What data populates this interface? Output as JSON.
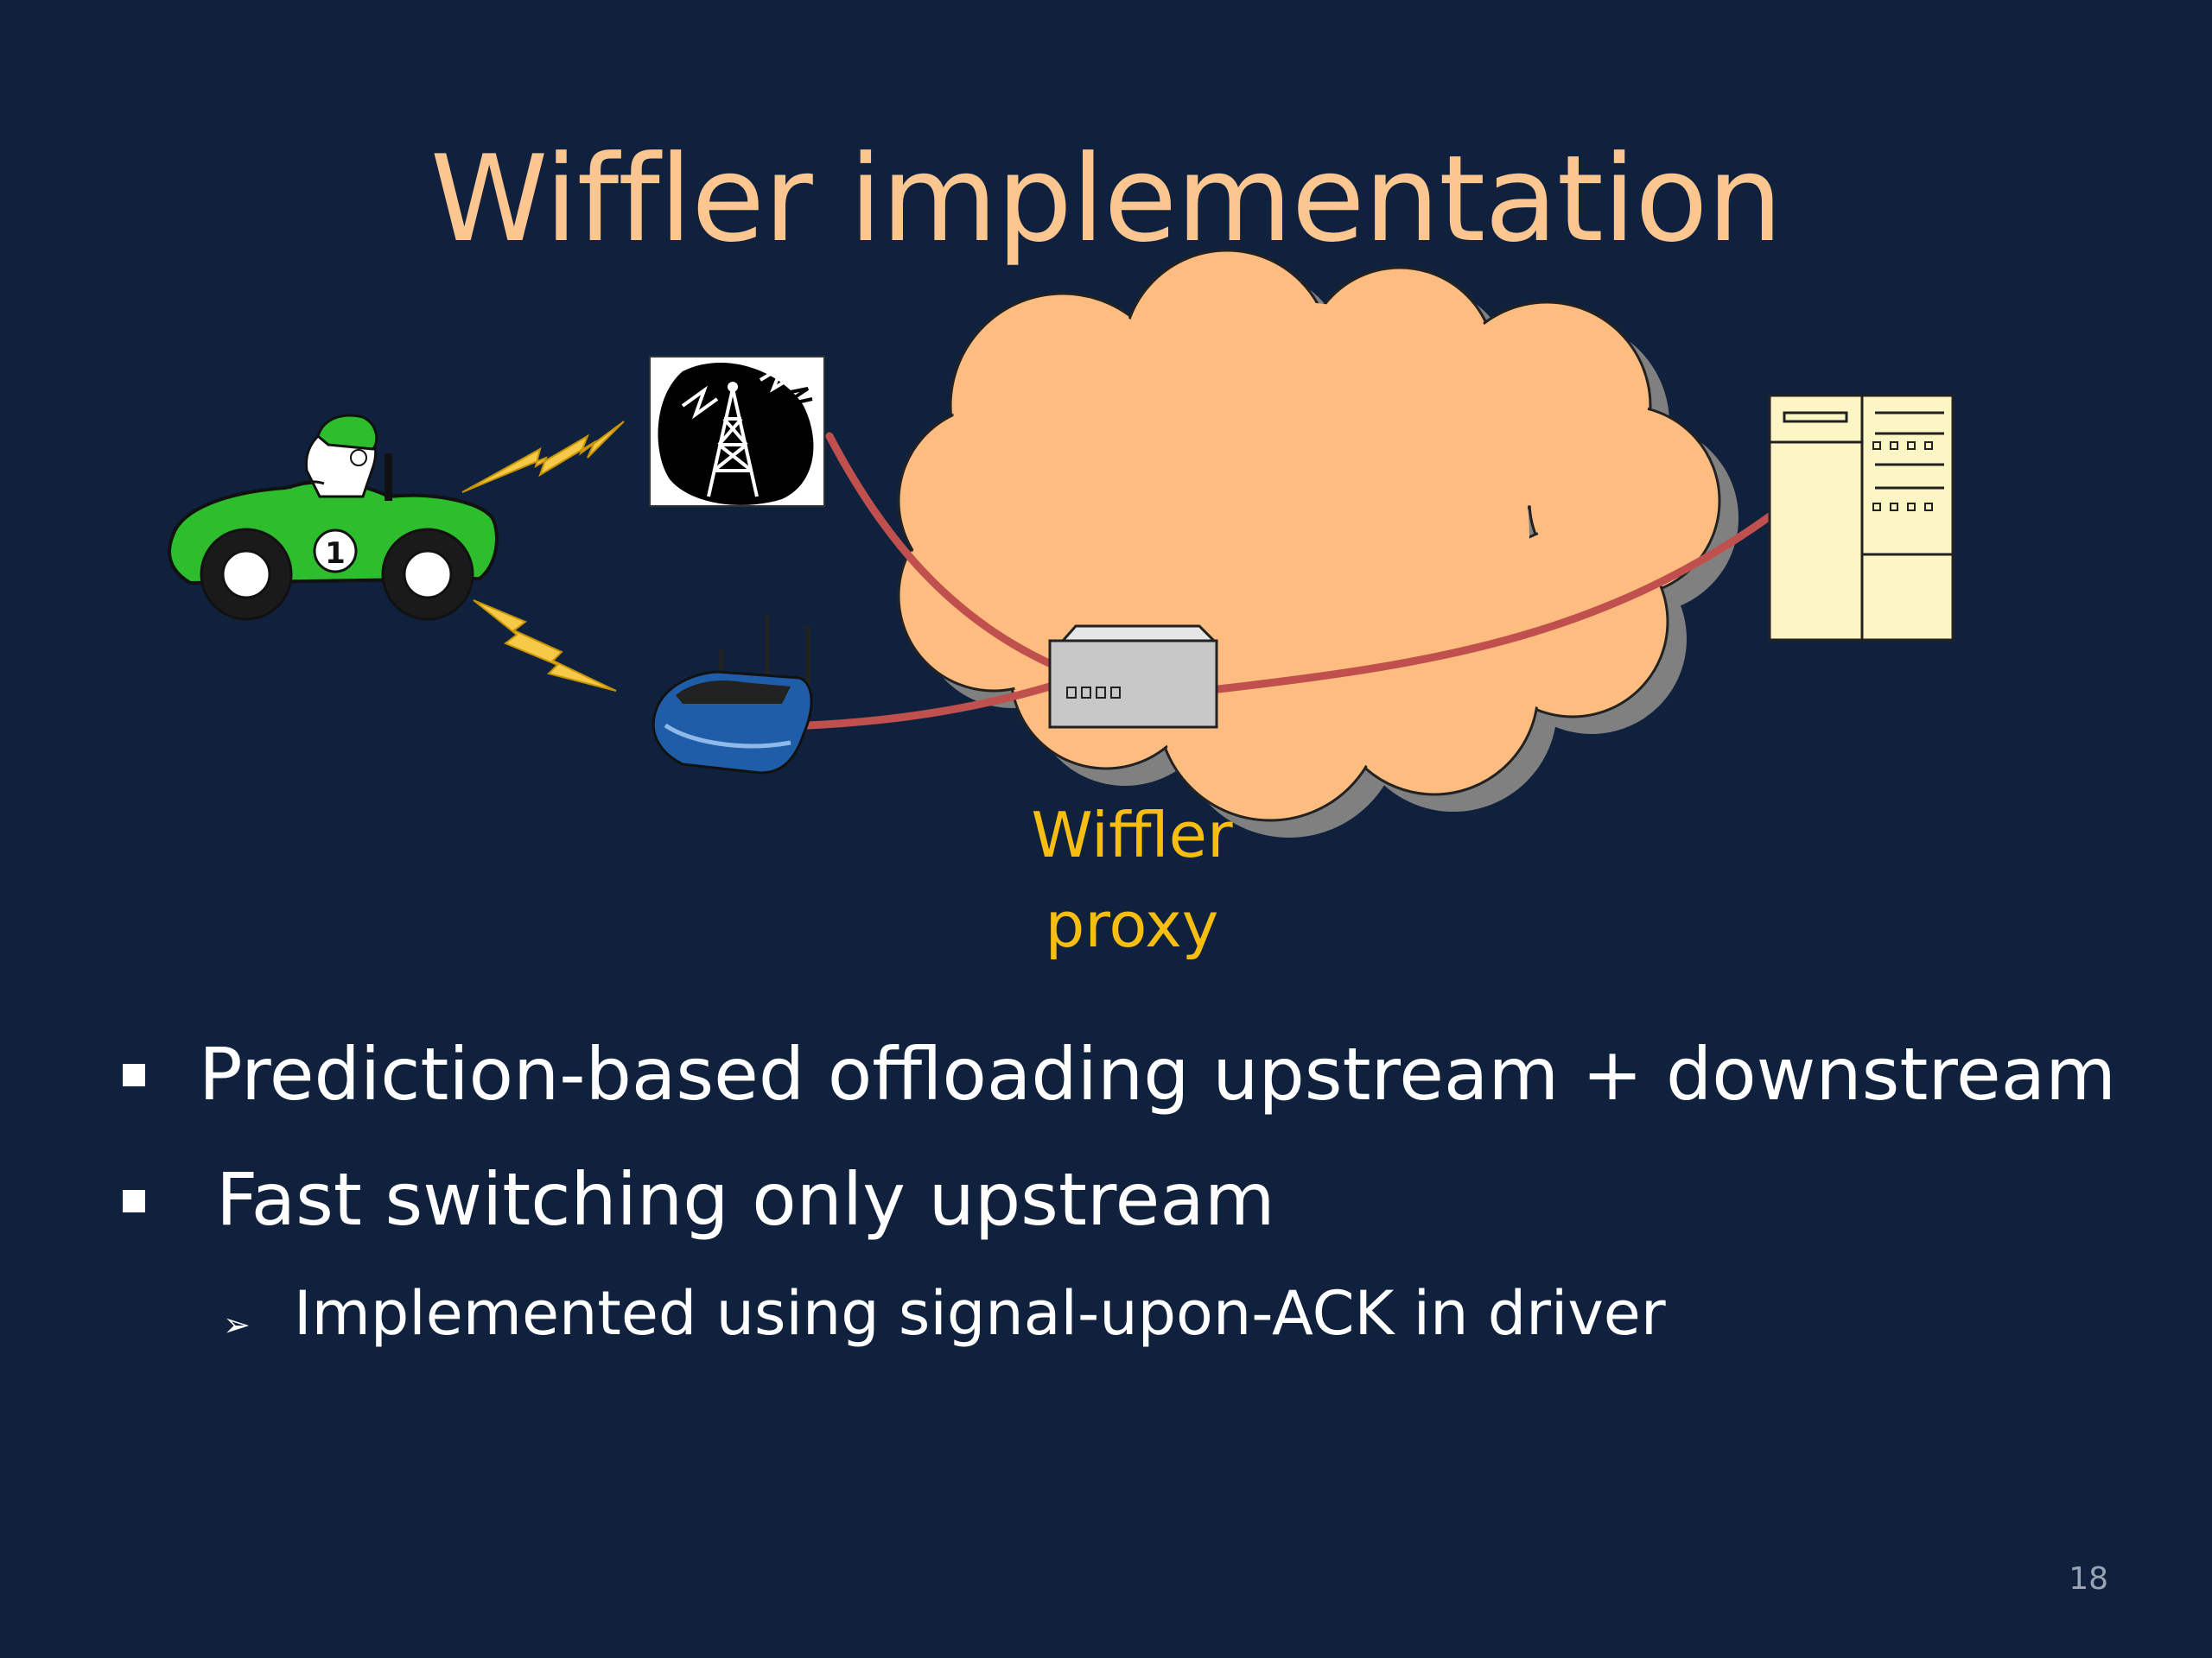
{
  "slide": {
    "title": "Wiffler implementation",
    "proxy_label_line1": "Wiffler",
    "proxy_label_line2": "proxy",
    "bullets": [
      "Prediction-based offloading upstream + downstream",
      "Fast switching only upstream"
    ],
    "sub_bullets": [
      "Implemented using signal-upon-ACK in driver"
    ],
    "page_number": "18"
  },
  "diagram": {
    "car_badge": "1",
    "icons": [
      "car-icon",
      "lightning-icon",
      "cell-tower-icon",
      "wifi-router-icon",
      "cloud-icon",
      "proxy-server-icon",
      "server-icon"
    ],
    "colors": {
      "background": "#10213e",
      "title": "#fcc690",
      "cloud": "#fdbc80",
      "link": "#c0504d",
      "proxy_label": "#f7bd10",
      "car": "#2dbd2d",
      "server": "#fcf5c4"
    }
  }
}
